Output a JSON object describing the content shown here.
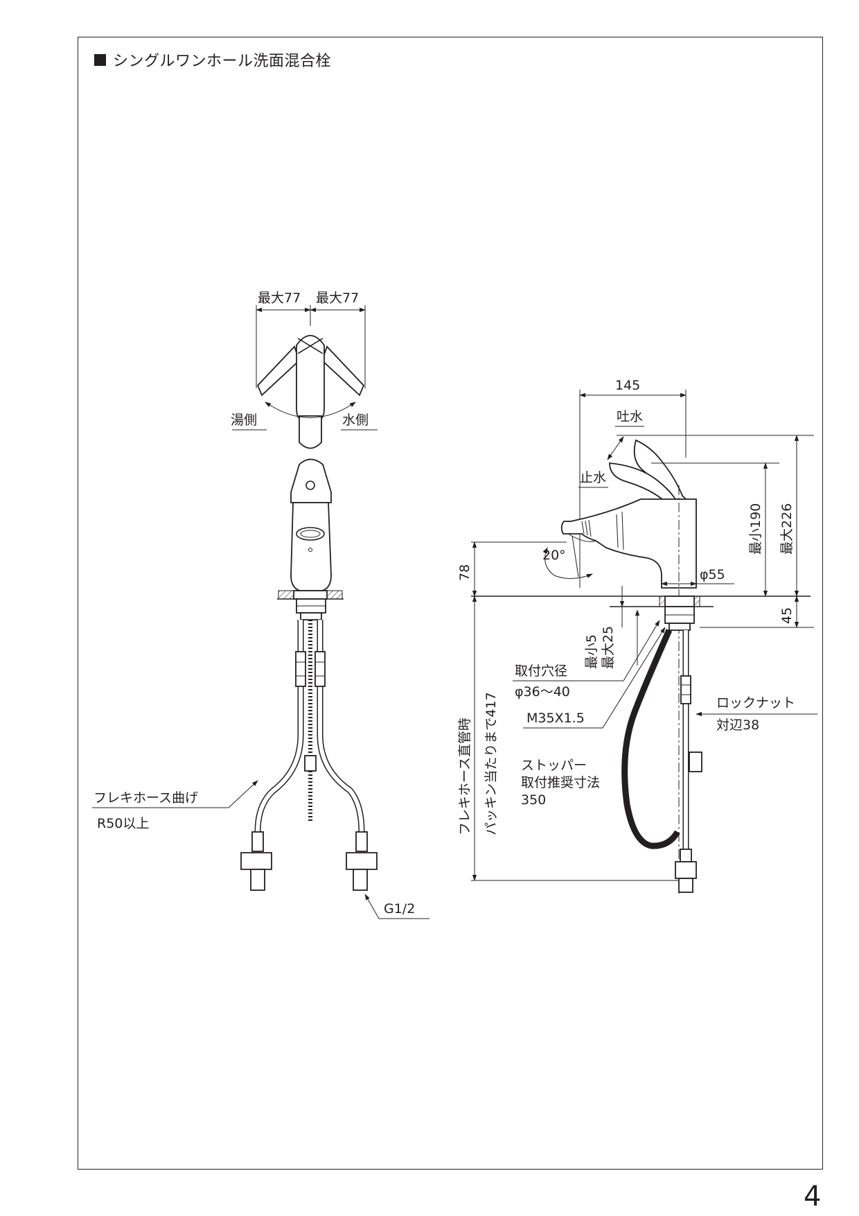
{
  "title": "シングルワンホール洗面混合栓",
  "page_number": "4",
  "top_view": {
    "max_left": "最大77",
    "max_right": "最大77",
    "hot_side": "湯側",
    "cold_side": "水側"
  },
  "front_view": {
    "hose_bend_line1": "フレキホース曲げ",
    "hose_bend_line2": "R50以上",
    "connection": "G1/2"
  },
  "side_view": {
    "spout_reach": "145",
    "water_on": "吐水",
    "water_off": "止水",
    "min_height": "最小190",
    "max_height": "最大226",
    "base_height": "78",
    "angle": "20°",
    "base_diameter": "φ55",
    "thickness": "45",
    "counter_min": "最小5",
    "counter_max": "最大25",
    "hole_label": "取付穴径",
    "hole_size": "φ36〜40",
    "thread": "M35X1.5",
    "locknut": "ロックナット",
    "locknut_size": "対辺38",
    "stopper_line1": "ストッパー",
    "stopper_line2": "取付推奨寸法",
    "stopper_line3": "350",
    "hose_straight_line1": "フレキホース直管時",
    "hose_straight_line2": "パッキン当たりまで417"
  }
}
